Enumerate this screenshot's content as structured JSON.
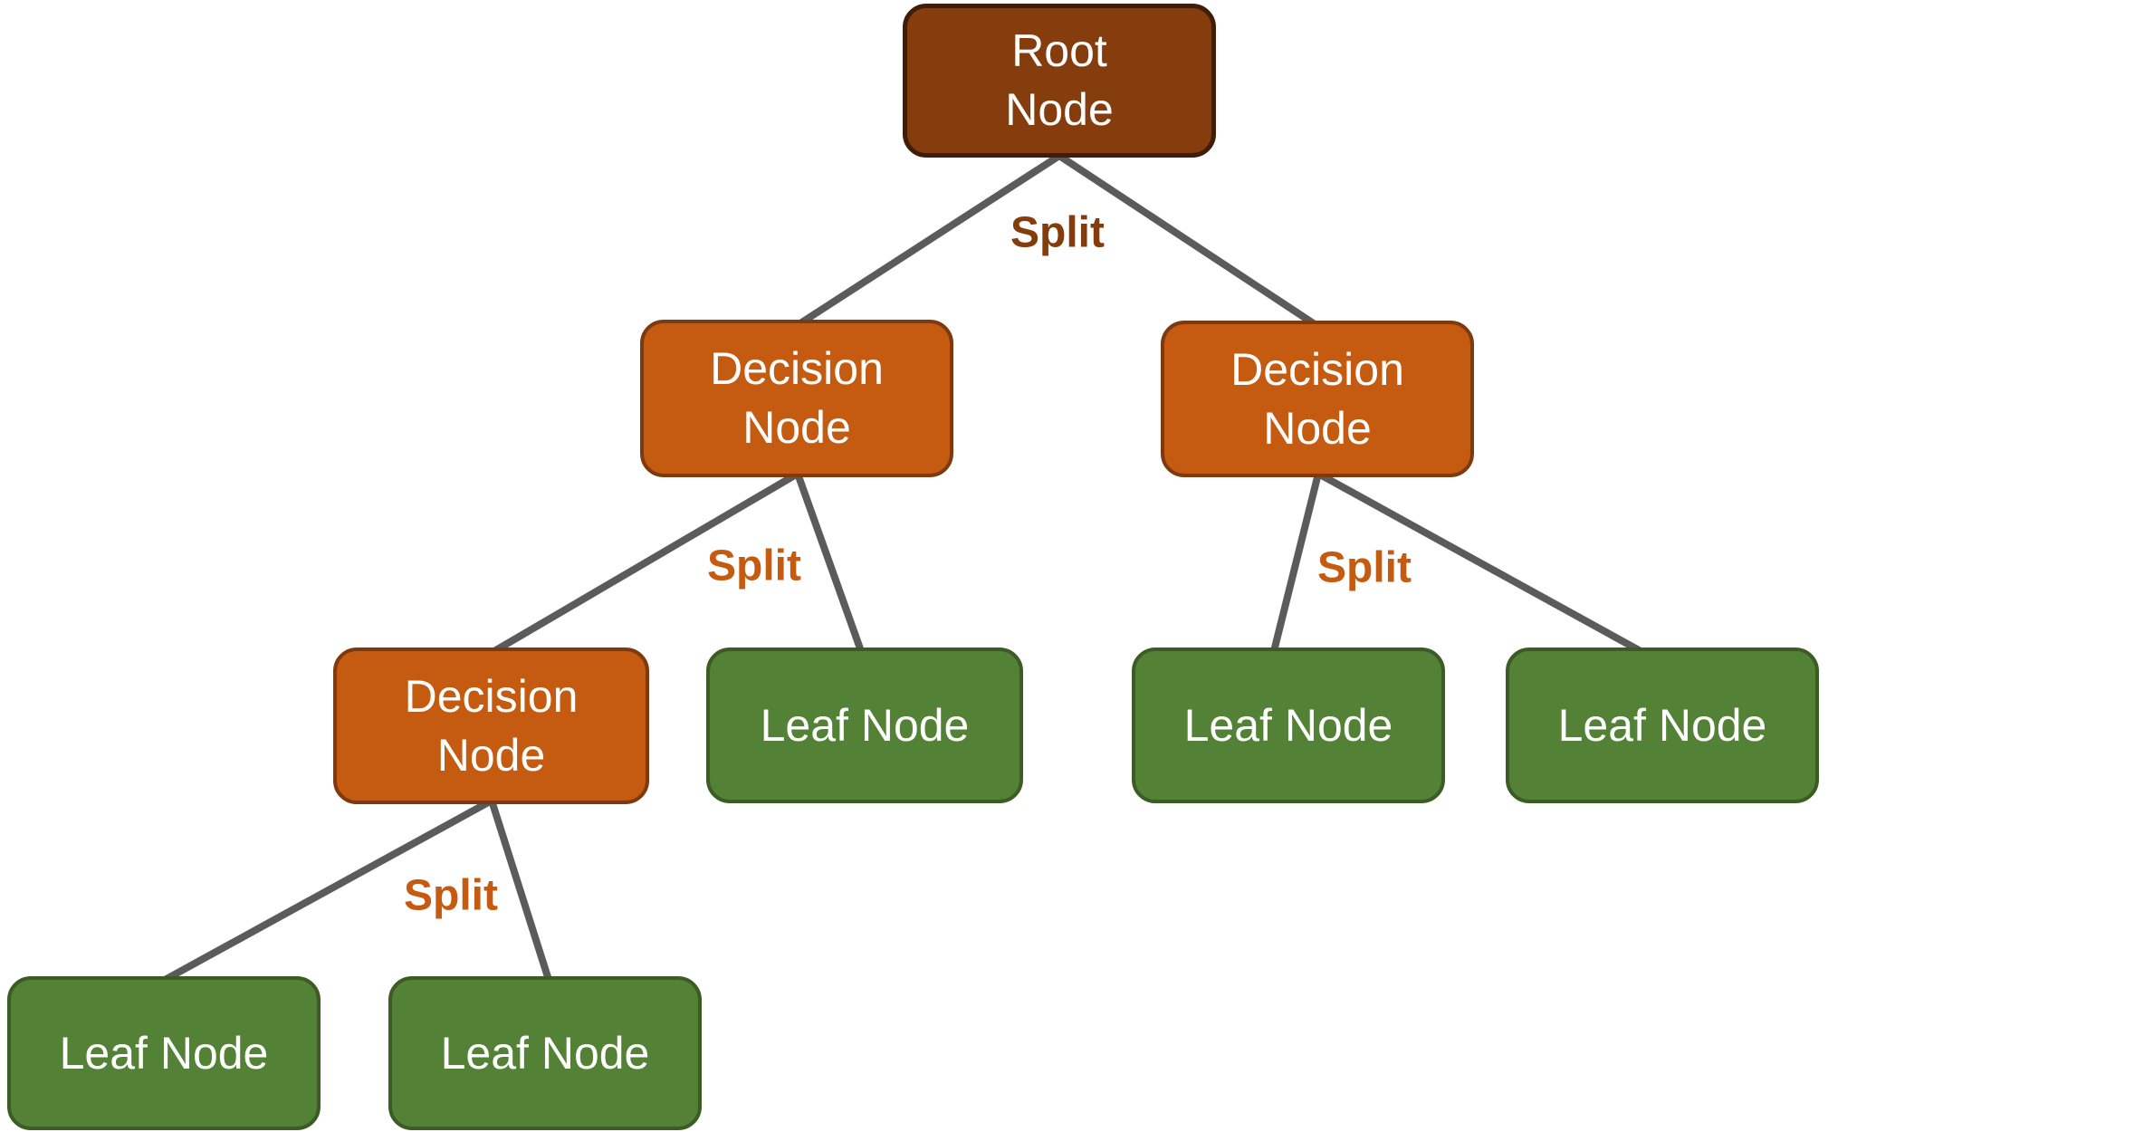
{
  "diagram": {
    "type": "decision-tree",
    "colors": {
      "background": "#FFFFFF",
      "root_fill": "#853D0E",
      "root_border": "#3F1D06",
      "decision_fill": "#C55A11",
      "decision_border": "#7E390E",
      "leaf_fill": "#538135",
      "leaf_border": "#3B5C25",
      "edge_line": "#5B5B5B",
      "split_label_root": "#843C0C",
      "split_label_other": "#C55A11",
      "node_text": "#FFFFFF"
    },
    "nodes": {
      "root": {
        "line1": "Root",
        "line2": "Node"
      },
      "decision_left": {
        "line1": "Decision",
        "line2": "Node"
      },
      "decision_right": {
        "line1": "Decision",
        "line2": "Node"
      },
      "decision_lower": {
        "line1": "Decision",
        "line2": "Node"
      },
      "leaf_mid_left": {
        "label": "Leaf Node"
      },
      "leaf_mid_center": {
        "label": "Leaf Node"
      },
      "leaf_mid_right": {
        "label": "Leaf Node"
      },
      "leaf_bottom_left": {
        "label": "Leaf Node"
      },
      "leaf_bottom_right": {
        "label": "Leaf Node"
      }
    },
    "edge_labels": {
      "split_root": "Split",
      "split_left": "Split",
      "split_right": "Split",
      "split_lower": "Split"
    },
    "structure": {
      "root_children": [
        "decision_left",
        "decision_right"
      ],
      "decision_left_children": [
        "decision_lower",
        "leaf_mid_left"
      ],
      "decision_right_children": [
        "leaf_mid_center",
        "leaf_mid_right"
      ],
      "decision_lower_children": [
        "leaf_bottom_left",
        "leaf_bottom_right"
      ]
    }
  }
}
